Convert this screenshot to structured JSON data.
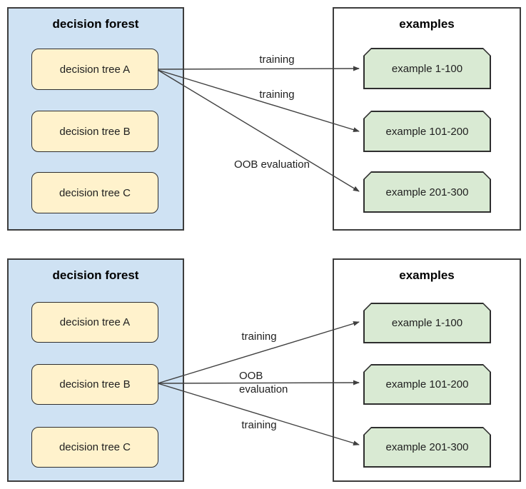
{
  "colors": {
    "background": "#ffffff",
    "forest_fill": "#cfe2f3",
    "tree_fill": "#fff2cc",
    "examples_fill": "#ffffff",
    "example_fill": "#d9ead3",
    "container_border": "#3d3d3d",
    "node_border": "#2e2e2e",
    "arrow": "#404040",
    "text": "#1f1f1f"
  },
  "panels": [
    {
      "forest": {
        "title": "decision forest",
        "trees": [
          "decision tree A",
          "decision tree B",
          "decision tree C"
        ]
      },
      "examples": {
        "title": "examples",
        "items": [
          "example 1-100",
          "example 101-200",
          "example 201-300"
        ]
      },
      "arrows": [
        {
          "from": "decision tree A",
          "to": "example 1-100",
          "label": "training"
        },
        {
          "from": "decision tree A",
          "to": "example 101-200",
          "label": "training"
        },
        {
          "from": "decision tree A",
          "to": "example 201-300",
          "label": "OOB evaluation"
        }
      ]
    },
    {
      "forest": {
        "title": "decision forest",
        "trees": [
          "decision tree A",
          "decision tree B",
          "decision tree C"
        ]
      },
      "examples": {
        "title": "examples",
        "items": [
          "example 1-100",
          "example 101-200",
          "example 201-300"
        ]
      },
      "arrows": [
        {
          "from": "decision tree B",
          "to": "example 1-100",
          "label": "training"
        },
        {
          "from": "decision tree B",
          "to": "example 101-200",
          "label": "OOB evaluation"
        },
        {
          "from": "decision tree B",
          "to": "example 201-300",
          "label": "training"
        }
      ]
    }
  ]
}
